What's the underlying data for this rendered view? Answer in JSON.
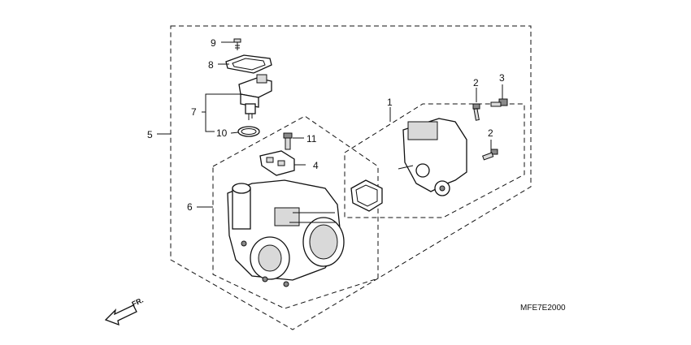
{
  "diagram_code": "MFE7E2000",
  "front_marker": "FR.",
  "callouts": {
    "c1": "1",
    "c2a": "2",
    "c2b": "2",
    "c3": "3",
    "c4": "4",
    "c5": "5",
    "c6": "6",
    "c7": "7",
    "c8": "8",
    "c9": "9",
    "c10": "10",
    "c11": "11"
  }
}
